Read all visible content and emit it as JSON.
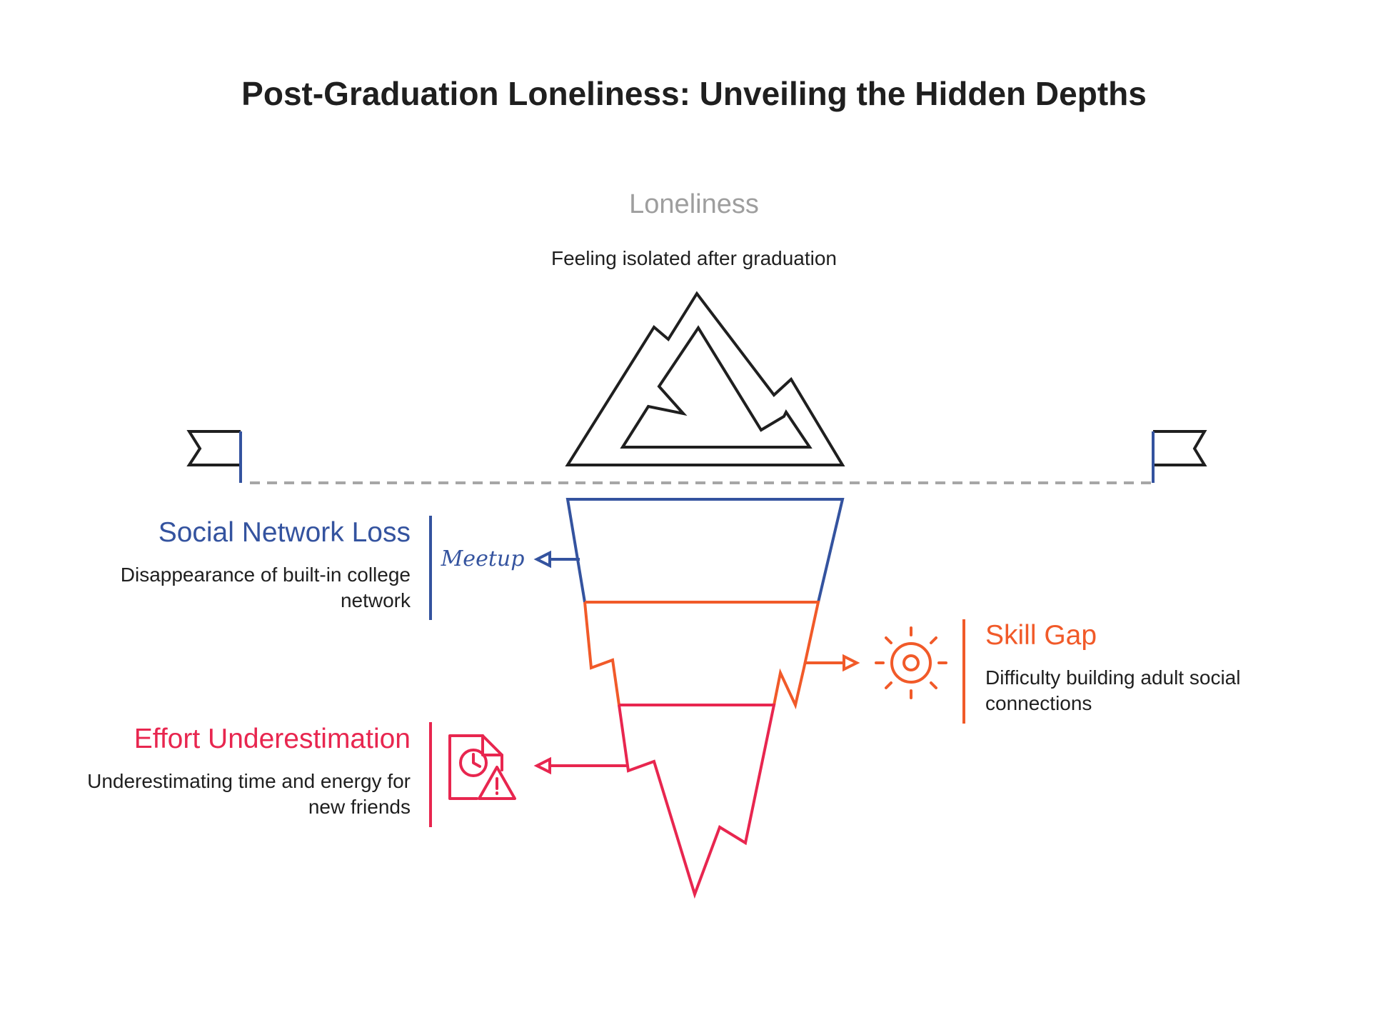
{
  "title": "Post-Graduation Loneliness: Unveiling the Hidden Depths",
  "top": {
    "heading": "Loneliness",
    "description": "Feeling isolated after graduation"
  },
  "layers": [
    {
      "id": "social",
      "heading": "Social Network Loss",
      "description": "Disappearance of built-in college network",
      "icon": "meetup-logo",
      "icon_text": "Meetup",
      "color": "#34539f"
    },
    {
      "id": "skill",
      "heading": "Skill Gap",
      "description": "Difficulty building adult social connections",
      "icon": "sun-icon",
      "color": "#f15a29"
    },
    {
      "id": "effort",
      "heading": "Effort Underestimation",
      "description": "Underestimating time and energy for new friends",
      "icon": "clock-document-warning-icon",
      "color": "#e8264f"
    }
  ],
  "colors": {
    "iceberg_top": "#1f1f1f",
    "waterline": "#a6a6a6",
    "flag_pole": "#34539f",
    "title": "#1f1f1f",
    "top_heading": "#9e9e9e"
  }
}
